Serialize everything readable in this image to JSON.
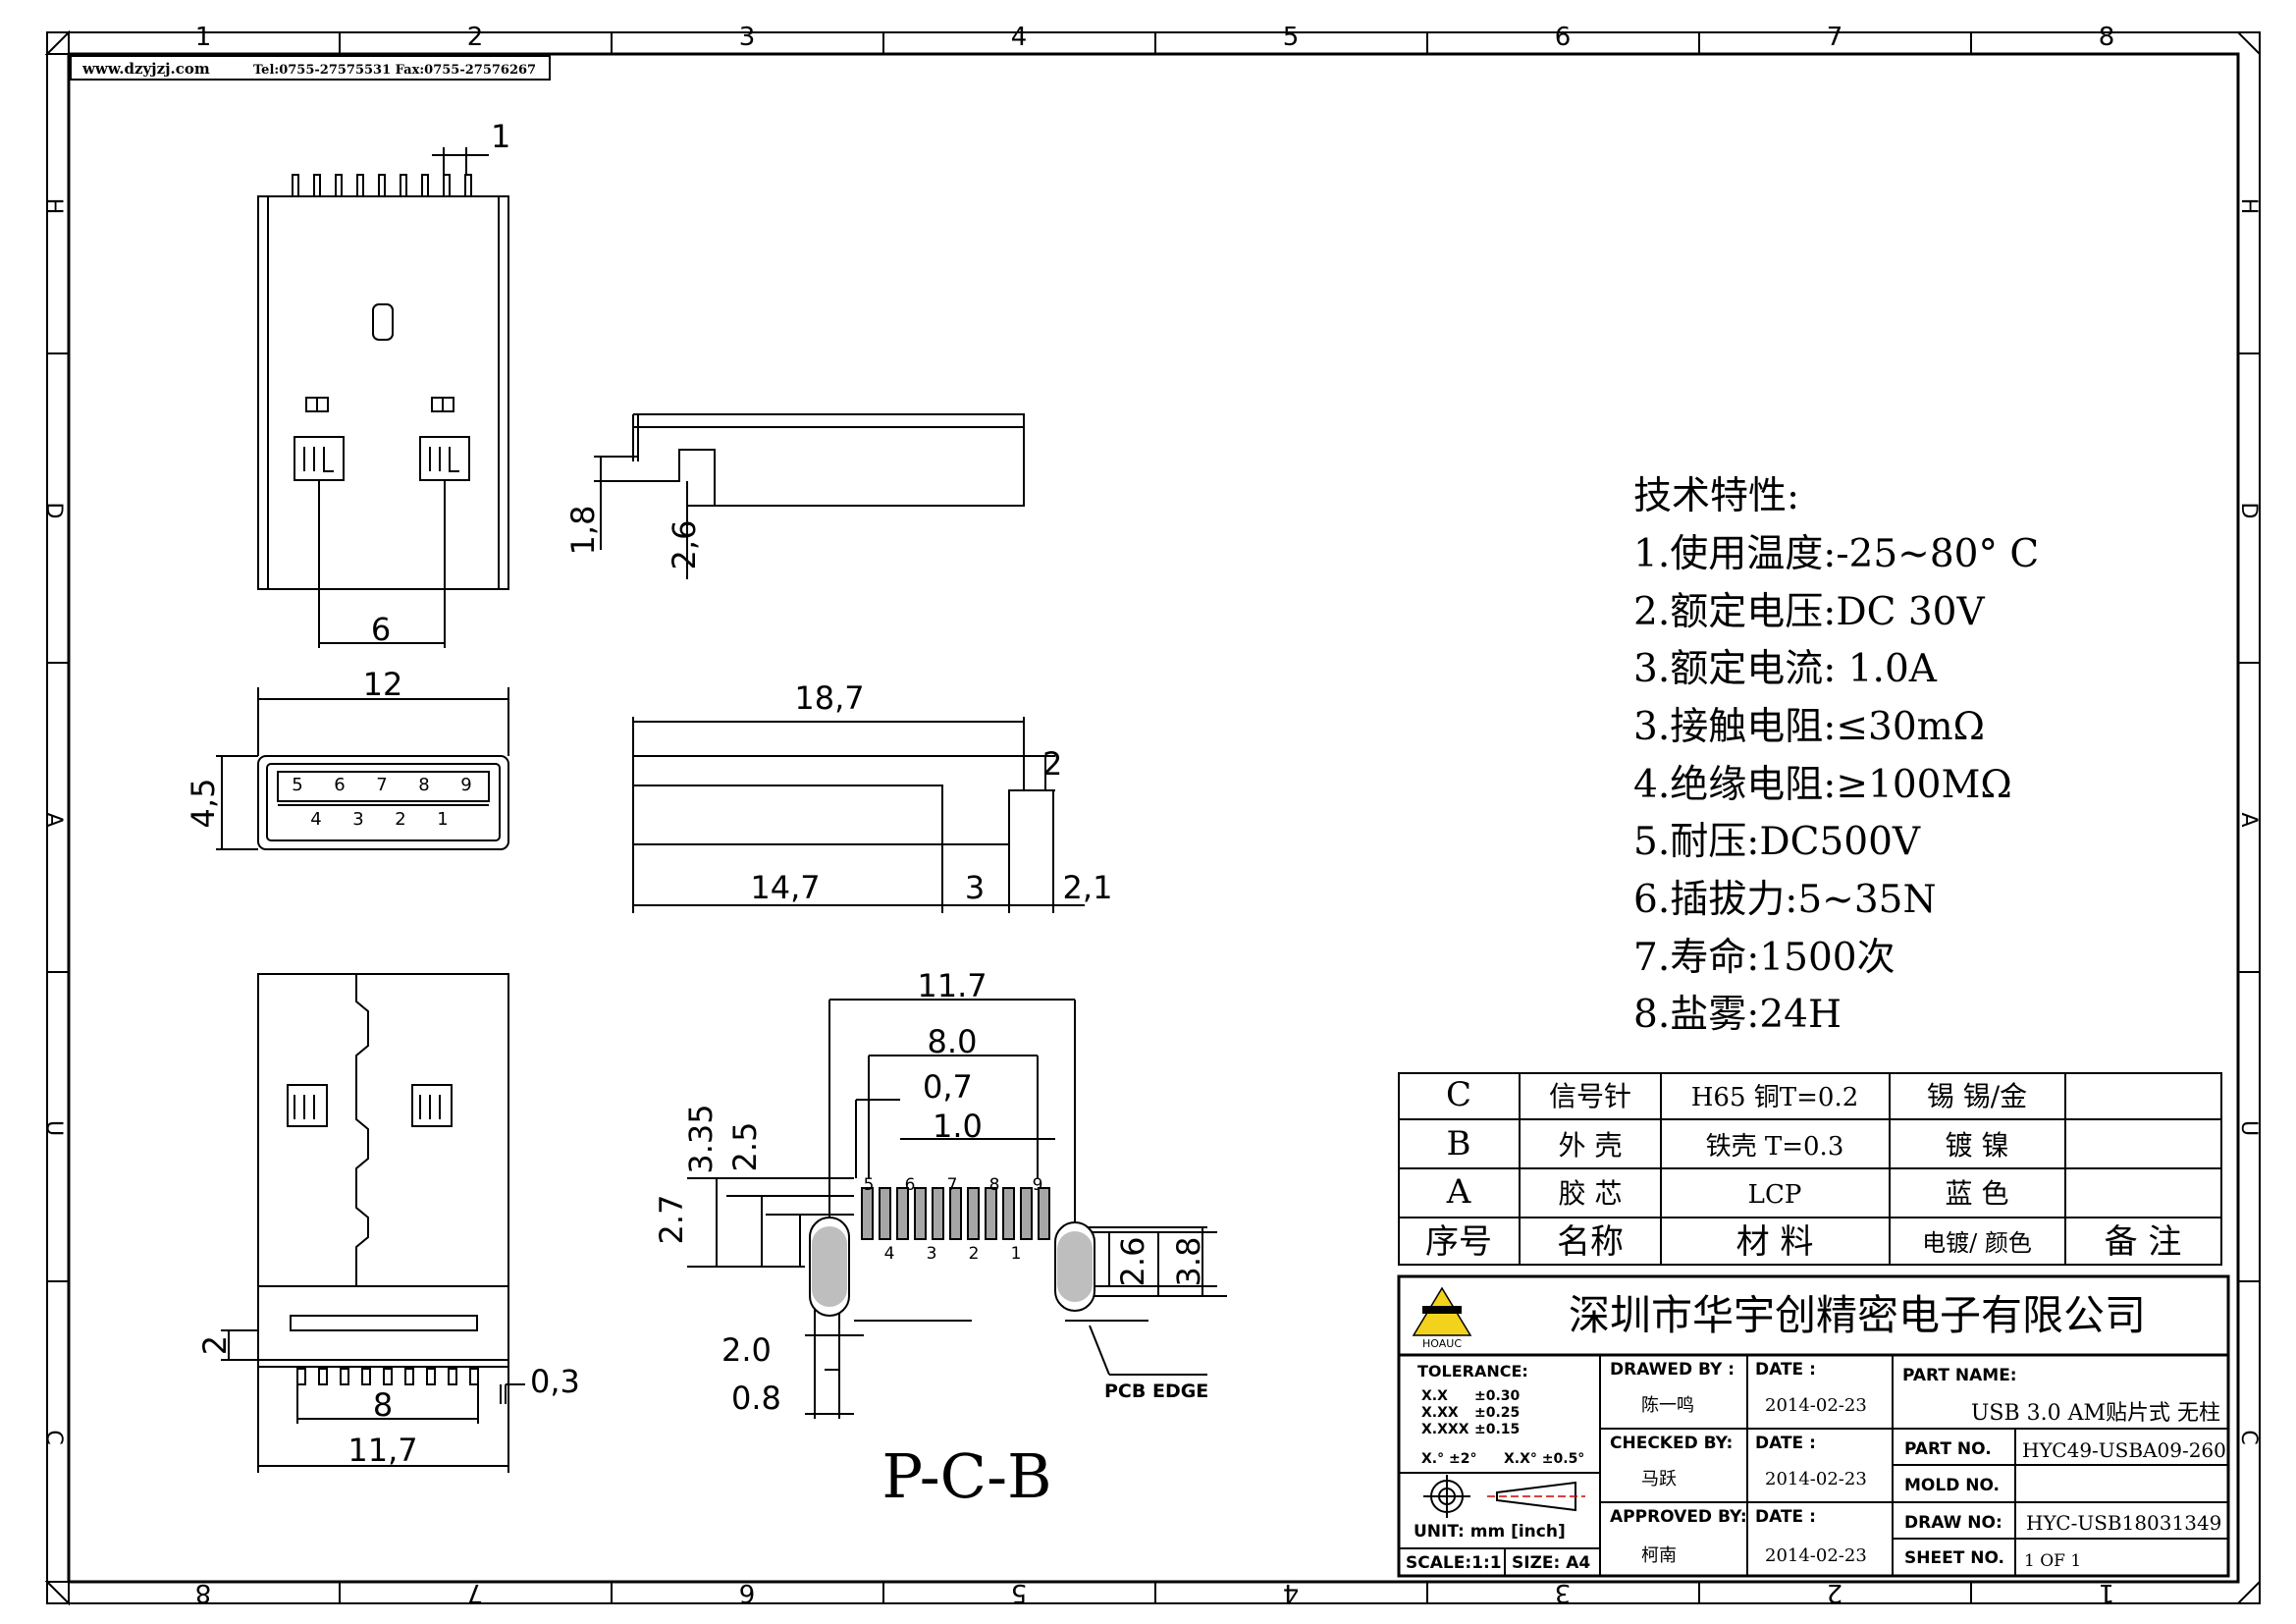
{
  "header": {
    "site": "www.dzyjzj.com",
    "contact": "Tel:0755-27575531  Fax:0755-27576267"
  },
  "frame": {
    "top_numbers": [
      "1",
      "2",
      "3",
      "4",
      "5",
      "6",
      "7",
      "8"
    ],
    "bottom_numbers": [
      "8",
      "7",
      "6",
      "5",
      "4",
      "3",
      "2",
      "1"
    ],
    "side_letters": [
      "H",
      "D",
      "A",
      "U",
      "C"
    ]
  },
  "views": {
    "top_view": {
      "pin_pitch": "1",
      "spacing": "6"
    },
    "side_view": {
      "h1": "1,8",
      "h2": "2,6"
    },
    "front_view": {
      "width": "12",
      "height": "4,5",
      "top_pins": [
        "5",
        "6",
        "7",
        "8",
        "9"
      ],
      "bottom_pins": [
        "4",
        "3",
        "2",
        "1"
      ]
    },
    "length_view": {
      "total": "18,7",
      "a": "14,7",
      "b": "3",
      "c": "2,1",
      "step": "2"
    },
    "bottom_view": {
      "tab": "2",
      "inner": "8",
      "outer": "11,7",
      "thickness": "0,3"
    },
    "pcb_layout": {
      "d_11_7": "11.7",
      "d_8_0": "8.0",
      "d_0_7": "0,7",
      "d_1_0": "1.0",
      "d_3_35": "3.35",
      "d_2_5": "2.5",
      "d_2_7": "2.7",
      "d_2_6": "2.6",
      "d_3_8": "3.8",
      "d_2_0": "2.0",
      "d_0_8": "0.8",
      "top_pins": [
        "5",
        "6",
        "7",
        "8",
        "9"
      ],
      "bottom_pins": [
        "4",
        "3",
        "2",
        "1"
      ],
      "edge_label": "PCB EDGE",
      "title": "P-C-B"
    }
  },
  "specs": {
    "title": "技术特性:",
    "items": [
      "1.使用温度:-25~80° C",
      "2.额定电压:DC 30V",
      "3.额定电流: 1.0A",
      "3.接触电阻:≤30mΩ",
      "4.绝缘电阻:≥100MΩ",
      "5.耐压:DC500V",
      "6.插拔力:5~35N",
      "7.寿命:1500次",
      "8.盐雾:24H"
    ]
  },
  "materials": {
    "rows": [
      {
        "id": "C",
        "name": "信号针",
        "material": "H65 铜T=0.2",
        "finish": "锡 锡/金",
        "note": ""
      },
      {
        "id": "B",
        "name": "外 壳",
        "material": "铁壳 T=0.3",
        "finish": "镀 镍",
        "note": ""
      },
      {
        "id": "A",
        "name": "胶 芯",
        "material": "LCP",
        "finish": "蓝 色",
        "note": ""
      }
    ],
    "header": {
      "id": "序号",
      "name": "名称",
      "material": "材 料",
      "finish": "电镀/ 颜色",
      "note": "备 注"
    }
  },
  "title_block": {
    "company": "深圳市华宇创精密电子有限公司",
    "logo_text": "HOAUC",
    "tolerance_label": "TOLERANCE:",
    "tolerances": [
      [
        "X.X",
        "±0.30"
      ],
      [
        "X.XX",
        "±0.25"
      ],
      [
        "X.XXX",
        "±0.15"
      ]
    ],
    "angles": [
      "X.° ±2°",
      "X.X° ±0.5°"
    ],
    "unit": "UNIT: mm [inch]",
    "scale": "SCALE:1:1",
    "size": "SIZE: A4",
    "drawn_by_label": "DRAWED BY :",
    "drawn_by": "陈一鸣",
    "checked_by_label": "CHECKED BY:",
    "checked_by": "马跃",
    "approved_by_label": "APPROVED BY:",
    "approved_by": "柯南",
    "date_label": "DATE :",
    "dates": [
      "2014-02-23",
      "2014-02-23",
      "2014-02-23"
    ],
    "part_name_label": "PART NAME:",
    "part_name": "USB 3.0 AM贴片式 无柱",
    "part_no_label": "PART NO.",
    "part_no": "HYC49-USBA09-260",
    "mold_no_label": "MOLD NO.",
    "mold_no": "",
    "draw_no_label": "DRAW NO:",
    "draw_no": "HYC-USB18031349",
    "sheet_no_label": "SHEET NO.",
    "sheet_no": "1 OF 1"
  }
}
